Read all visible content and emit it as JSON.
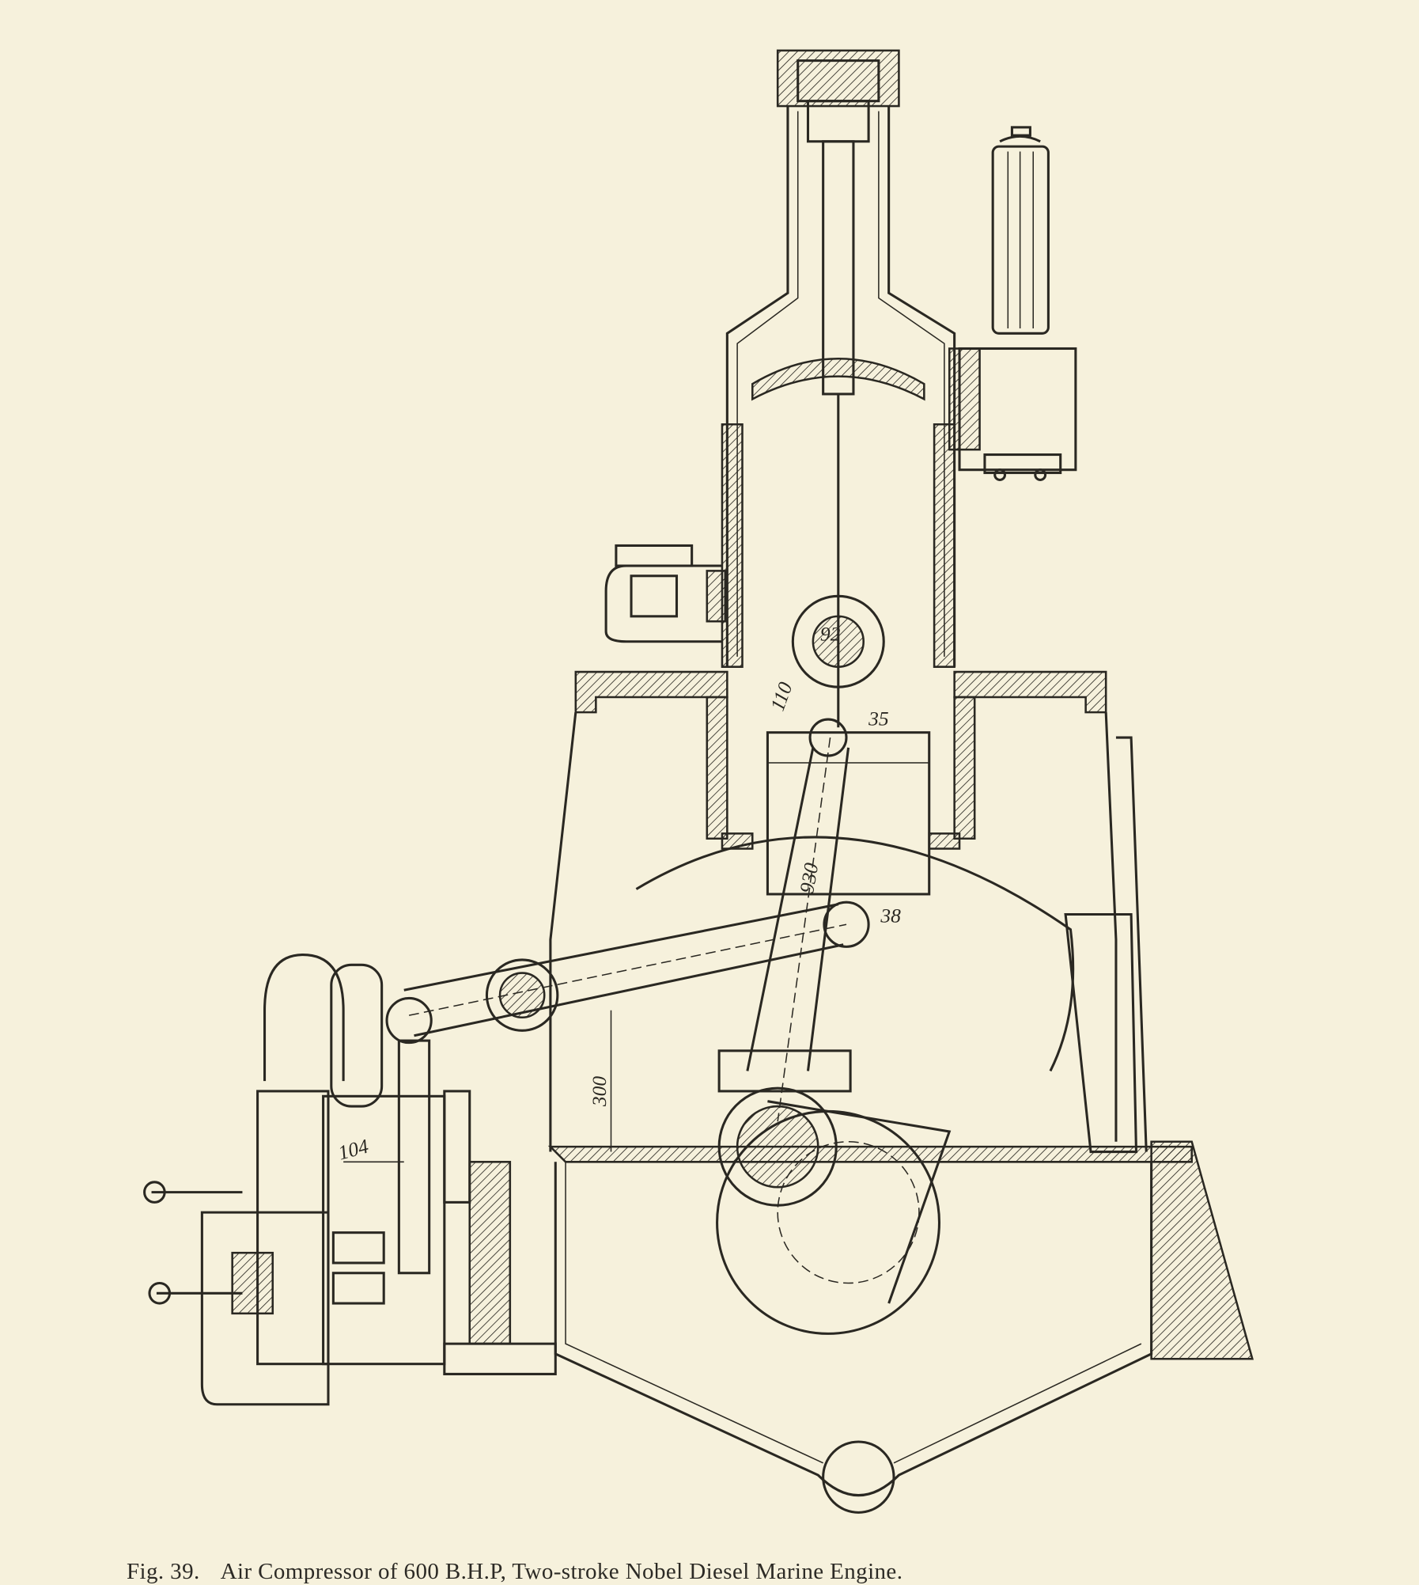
{
  "figure": {
    "number_label": "Fig. 39.",
    "caption": "Air Compressor of 600 B.H.P, Two-stroke Nobel Diesel Marine Engine.",
    "dimension_labels": {
      "small_end_diameter": "92",
      "small_end_offset": "110",
      "wrist_pin": "35",
      "rod_length": "930",
      "lever_pin": "38",
      "lever_height": "300",
      "compressor_offset": "104"
    },
    "colors": {
      "paper": "#f6f1dc",
      "ink": "#2a2822"
    }
  }
}
